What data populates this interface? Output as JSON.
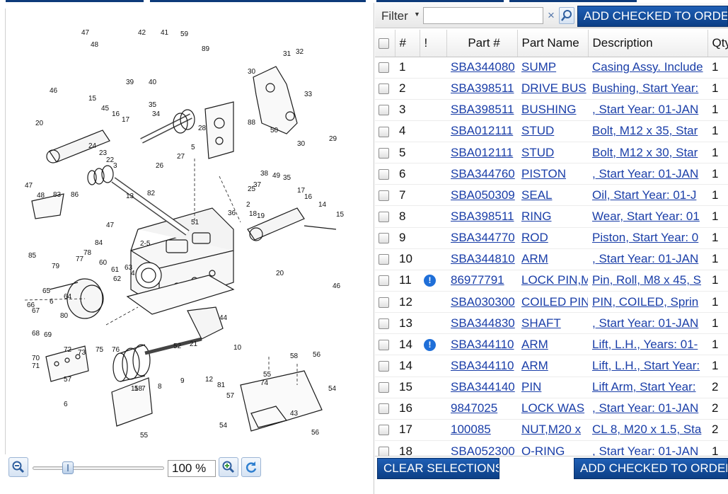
{
  "toolbar": {
    "filter_label": "Filter",
    "filter_value": "",
    "clear_icon": "×",
    "add_checked_label": "ADD CHECKED TO ORDER"
  },
  "zoom": {
    "value": "100 %",
    "slider_level": 0.25
  },
  "columns": [
    "#",
    "!",
    "Part #",
    "Part Name",
    "Description",
    "Qty"
  ],
  "rows": [
    {
      "num": "1",
      "warn": false,
      "part": "SBA344080",
      "name": "SUMP",
      "desc": "Casing Assy. Include",
      "qty": "1"
    },
    {
      "num": "2",
      "warn": false,
      "part": "SBA398511",
      "name": "DRIVE BUS",
      "desc": "Bushing, Start Year:",
      "qty": "1"
    },
    {
      "num": "3",
      "warn": false,
      "part": "SBA398511",
      "name": "BUSHING",
      "desc": ", Start Year: 01-JAN",
      "qty": "1"
    },
    {
      "num": "4",
      "warn": false,
      "part": "SBA012111",
      "name": "STUD",
      "desc": "Bolt, M12 x 35, Star",
      "qty": "1"
    },
    {
      "num": "5",
      "warn": false,
      "part": "SBA012111",
      "name": "STUD",
      "desc": "Bolt, M12 x 30, Star",
      "qty": "1"
    },
    {
      "num": "6",
      "warn": false,
      "part": "SBA344760",
      "name": "PISTON",
      "desc": ", Start Year: 01-JAN",
      "qty": "1"
    },
    {
      "num": "7",
      "warn": false,
      "part": "SBA050309",
      "name": "SEAL",
      "desc": "Oil, Start Year: 01-J",
      "qty": "1"
    },
    {
      "num": "8",
      "warn": false,
      "part": "SBA398511",
      "name": "RING",
      "desc": "Wear, Start Year: 01",
      "qty": "1"
    },
    {
      "num": "9",
      "warn": false,
      "part": "SBA344770",
      "name": "ROD",
      "desc": "Piston, Start Year: 0",
      "qty": "1"
    },
    {
      "num": "10",
      "warn": false,
      "part": "SBA344810",
      "name": "ARM",
      "desc": ", Start Year: 01-JAN",
      "qty": "1"
    },
    {
      "num": "11",
      "warn": true,
      "part": "86977791",
      "name": "LOCK PIN,M",
      "desc": "Pin, Roll, M8 x 45, S",
      "qty": "1"
    },
    {
      "num": "12",
      "warn": false,
      "part": "SBA030300",
      "name": "COILED PIN",
      "desc": "PIN, COILED, Sprin",
      "qty": "1"
    },
    {
      "num": "13",
      "warn": false,
      "part": "SBA344830",
      "name": "SHAFT",
      "desc": ", Start Year: 01-JAN",
      "qty": "1"
    },
    {
      "num": "14",
      "warn": true,
      "part": "SBA344110",
      "name": "ARM",
      "desc": "Lift, L.H., Years: 01-",
      "qty": "1"
    },
    {
      "num": "14",
      "warn": false,
      "part": "SBA344110",
      "name": "ARM",
      "desc": "Lift, L.H., Start Year:",
      "qty": "1"
    },
    {
      "num": "15",
      "warn": false,
      "part": "SBA344140",
      "name": "PIN",
      "desc": "Lift Arm, Start Year:",
      "qty": "2"
    },
    {
      "num": "16",
      "warn": false,
      "part": "9847025",
      "name": "LOCK WAS",
      "desc": ", Start Year: 01-JAN",
      "qty": "2"
    },
    {
      "num": "17",
      "warn": false,
      "part": "100085",
      "name": "NUT,M20 x",
      "desc": "CL 8, M20 x 1.5, Sta",
      "qty": "2"
    },
    {
      "num": "18",
      "warn": false,
      "part": "SBA052300",
      "name": "O-RING",
      "desc": ", Start Year: 01-JAN",
      "qty": "1"
    }
  ],
  "bottom": {
    "clear_label": "CLEAR SELECTIONS",
    "add_checked_label": "ADD CHECKED TO ORDER"
  },
  "diagram": {
    "callouts": [
      "47",
      "42",
      "41",
      "59",
      "89",
      "48",
      "39",
      "40",
      "31",
      "32",
      "30",
      "46",
      "15",
      "45",
      "16",
      "17",
      "35",
      "34",
      "33",
      "20",
      "27",
      "28",
      "88",
      "50",
      "29",
      "30",
      "26",
      "24",
      "23",
      "22",
      "3",
      "5",
      "37",
      "38",
      "49",
      "35",
      "25",
      "47",
      "48",
      "83",
      "86",
      "13",
      "82",
      "17",
      "16",
      "14",
      "15",
      "36",
      "2",
      "18",
      "19",
      "84",
      "47",
      "51",
      "85",
      "78",
      "2-5",
      "77",
      "60",
      "79",
      "61",
      "63",
      "4",
      "62",
      "46",
      "65",
      "20",
      "64",
      "66",
      "6",
      "67",
      "80",
      "44",
      "68",
      "69",
      "52",
      "21",
      "10",
      "72",
      "73",
      "75",
      "76",
      "70",
      "71",
      "9",
      "8",
      "7",
      "11",
      "12",
      "81",
      "57",
      "58",
      "56",
      "55",
      "74",
      "6",
      "58",
      "54",
      "57",
      "43",
      "56",
      "55",
      "54"
    ]
  },
  "colors": {
    "accent_blue": "#0c3f86",
    "link_blue": "#1a3ea8",
    "warn_blue": "#1f6fd8"
  }
}
